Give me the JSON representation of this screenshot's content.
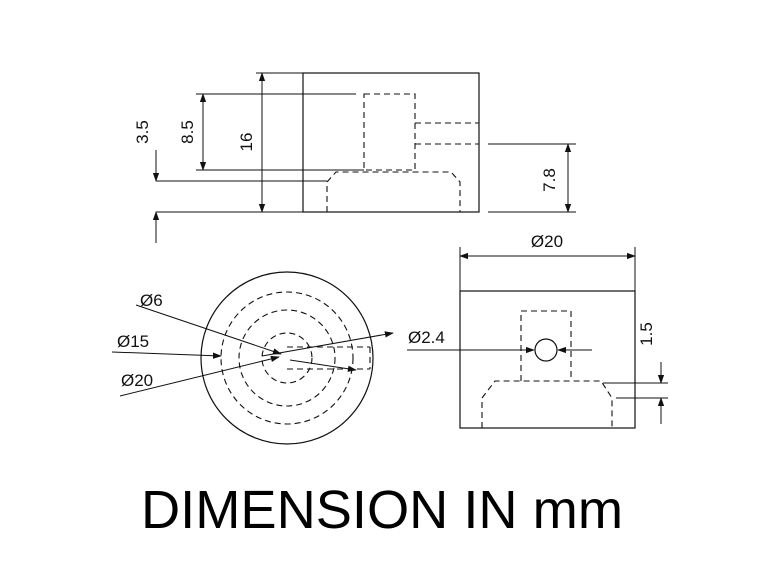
{
  "dimensions": {
    "d35": "3.5",
    "d85": "8.5",
    "d16": "16",
    "d78": "7.8",
    "dia20_top": "Ø20",
    "dia6": "Ø6",
    "dia15": "Ø15",
    "dia20_left": "Ø20",
    "dia24": "Ø2.4",
    "d15": "1.5"
  },
  "caption": "DIMENSION IN mm"
}
